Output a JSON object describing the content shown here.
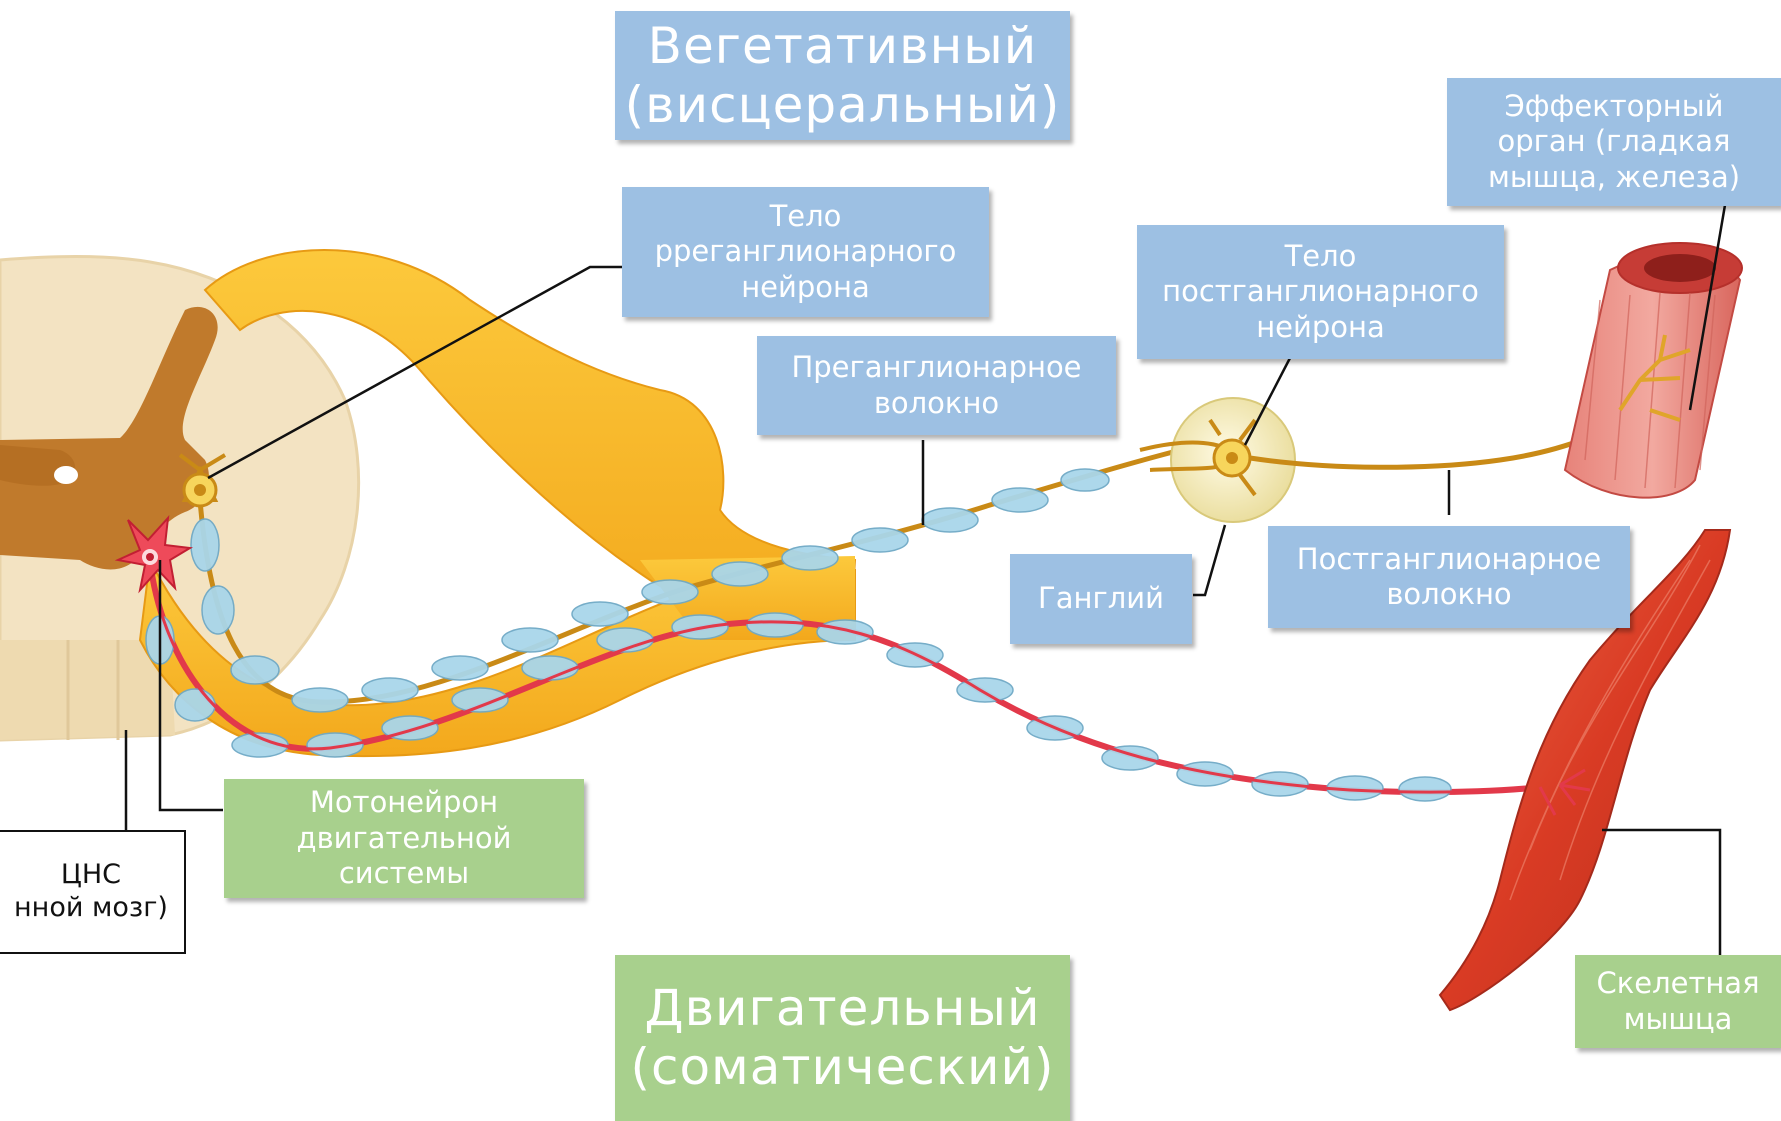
{
  "titles": {
    "autonomic": "Вегетативный\n(висцеральный)",
    "somatic": "Двигательный\n(соматический)"
  },
  "labels": {
    "preganglionic_body": "Тело\npреганглионарного\nнейрона",
    "preganglionic_fiber": "Преганглионарное\nволокно",
    "postganglionic_body": "Тело\nпостганглионарного\nнейрона",
    "effector_organ": "Эффекторный\nорган (гладкая\nмышца, железа)",
    "ganglion": "Ганглий",
    "postganglionic_fiber": "Постганглионарное\nволокно",
    "motor_neuron": "Мотонейрон\nдвигательной\nсистемы",
    "skeletal_muscle": "Скелетная\nмышца",
    "cns": "ЦНС\nнной мозг)"
  },
  "colors": {
    "label_blue": "#9dc0e3",
    "label_green": "#a8d08d",
    "nerve_yellow": "#f9b928",
    "myelin_blue": "#a9d6ea",
    "motor_red": "#e2394a",
    "autonomic_gold": "#c98a16",
    "muscle_red": "#d8412c",
    "cord_tan": "#f3e3c2",
    "grey_matter": "#c07a2c"
  }
}
